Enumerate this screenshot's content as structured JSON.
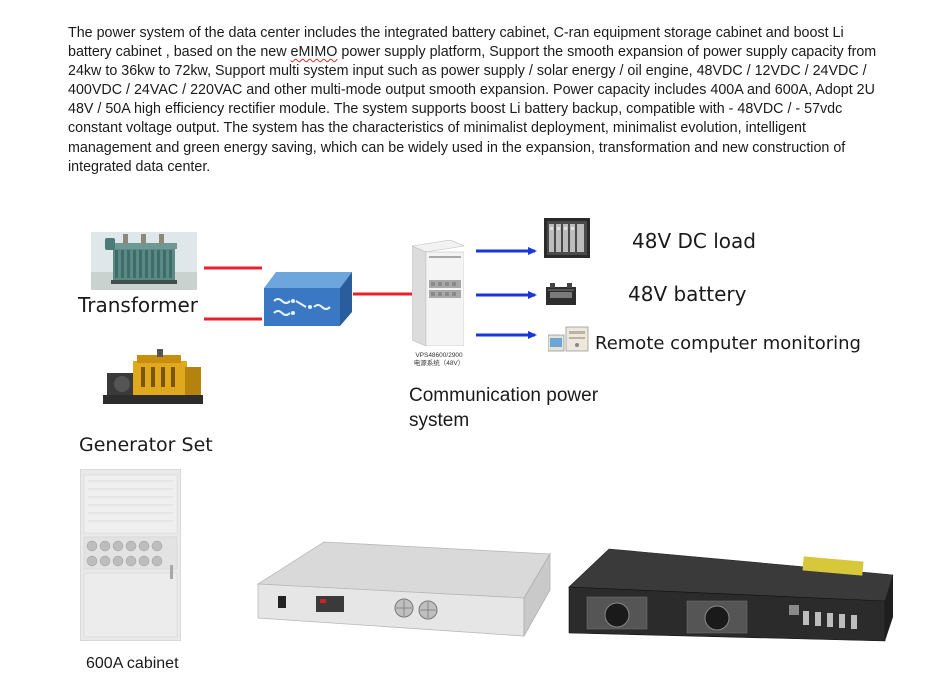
{
  "intro": {
    "part1": "The power system of the data center includes the integrated battery cabinet, C-ran equipment storage cabinet and boost Li battery cabinet , based on the new ",
    "squiggle_word": "eMIMO",
    "part2": " power supply platform, Support the smooth expansion of power supply capacity from 24kw to 36kw to 72kw, Support multi system input such as power supply / solar energy / oil engine, 48VDC / 12VDC / 24VDC / 400VDC / 24VAC / 220VAC and other multi-mode output smooth expansion. Power capacity includes 400A and 600A, Adopt 2U 48V / 50A high efficiency rectifier module. The system supports boost Li battery backup, compatible with - 48VDC / - 57vdc constant voltage output. The system has the characteristics of minimalist deployment, minimalist evolution, intelligent management and green energy saving, which can be widely used in the expansion, transformation and new construction of integrated data center."
  },
  "diagram": {
    "transformer_label": "Transformer",
    "generator_label": "Generator Set",
    "comm_power_label_line1": "Communication power",
    "comm_power_label_line2": "system",
    "cabinet_caption_line1": "VPS48600/2900",
    "cabinet_caption_line2": "电源系统（48V）",
    "output_dc_load": "48V DC load",
    "output_battery": "48V battery",
    "output_remote": "Remote computer monitoring",
    "colors": {
      "input_line": "#e8202a",
      "output_arrow": "#1a35d8",
      "switch_box": "#3b78c3"
    },
    "icons": {
      "transformer": "transformer-icon",
      "generator": "generator-icon",
      "switch": "switch-box-icon",
      "cabinet": "cabinet-icon",
      "dc_load": "rack-equipment-icon",
      "battery": "battery-icon",
      "remote": "computer-icon"
    }
  },
  "products": {
    "cabinet_label": "600A cabinet"
  }
}
